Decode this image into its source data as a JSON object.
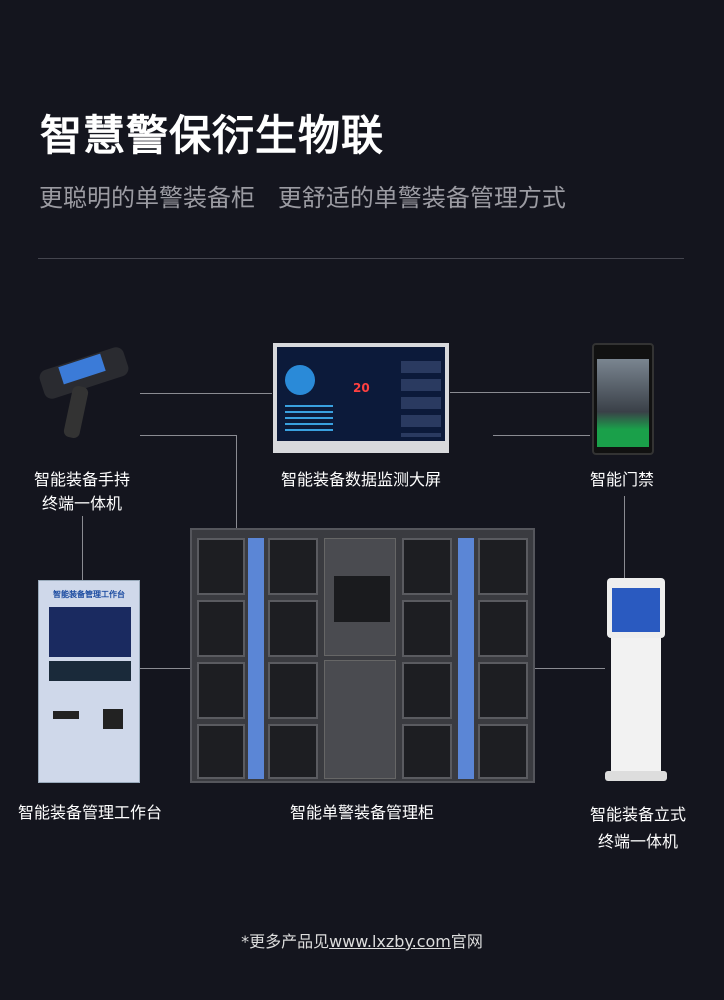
{
  "header": {
    "title": "智慧警保衍生物联",
    "subtitle": "更聪明的单警装备柜   更舒适的单警装备管理方式"
  },
  "products": [
    {
      "label_lines": [
        "智能装备手持",
        "终端一体机"
      ],
      "icon": "handheld-terminal"
    },
    {
      "label_lines": [
        "智能装备数据监测大屏"
      ],
      "icon": "monitoring-screen",
      "screen_value": "20"
    },
    {
      "label_lines": [
        "智能门禁"
      ],
      "icon": "face-access-gate"
    },
    {
      "label_lines": [
        "智能装备管理工作台"
      ],
      "icon": "management-workstation",
      "device_title": "智能装备管理工作台"
    },
    {
      "label_lines": [
        "智能单警装备管理柜"
      ],
      "icon": "equipment-cabinet"
    },
    {
      "label_lines": [
        "智能装备立式",
        "终端一体机"
      ],
      "icon": "standing-kiosk"
    }
  ],
  "footer": {
    "prefix": "*更多产品见",
    "link": "www.lxzby.com",
    "suffix": "官网"
  },
  "colors": {
    "background": "#14151e",
    "accent": "#5b86d6",
    "line": "#8a8b92"
  }
}
